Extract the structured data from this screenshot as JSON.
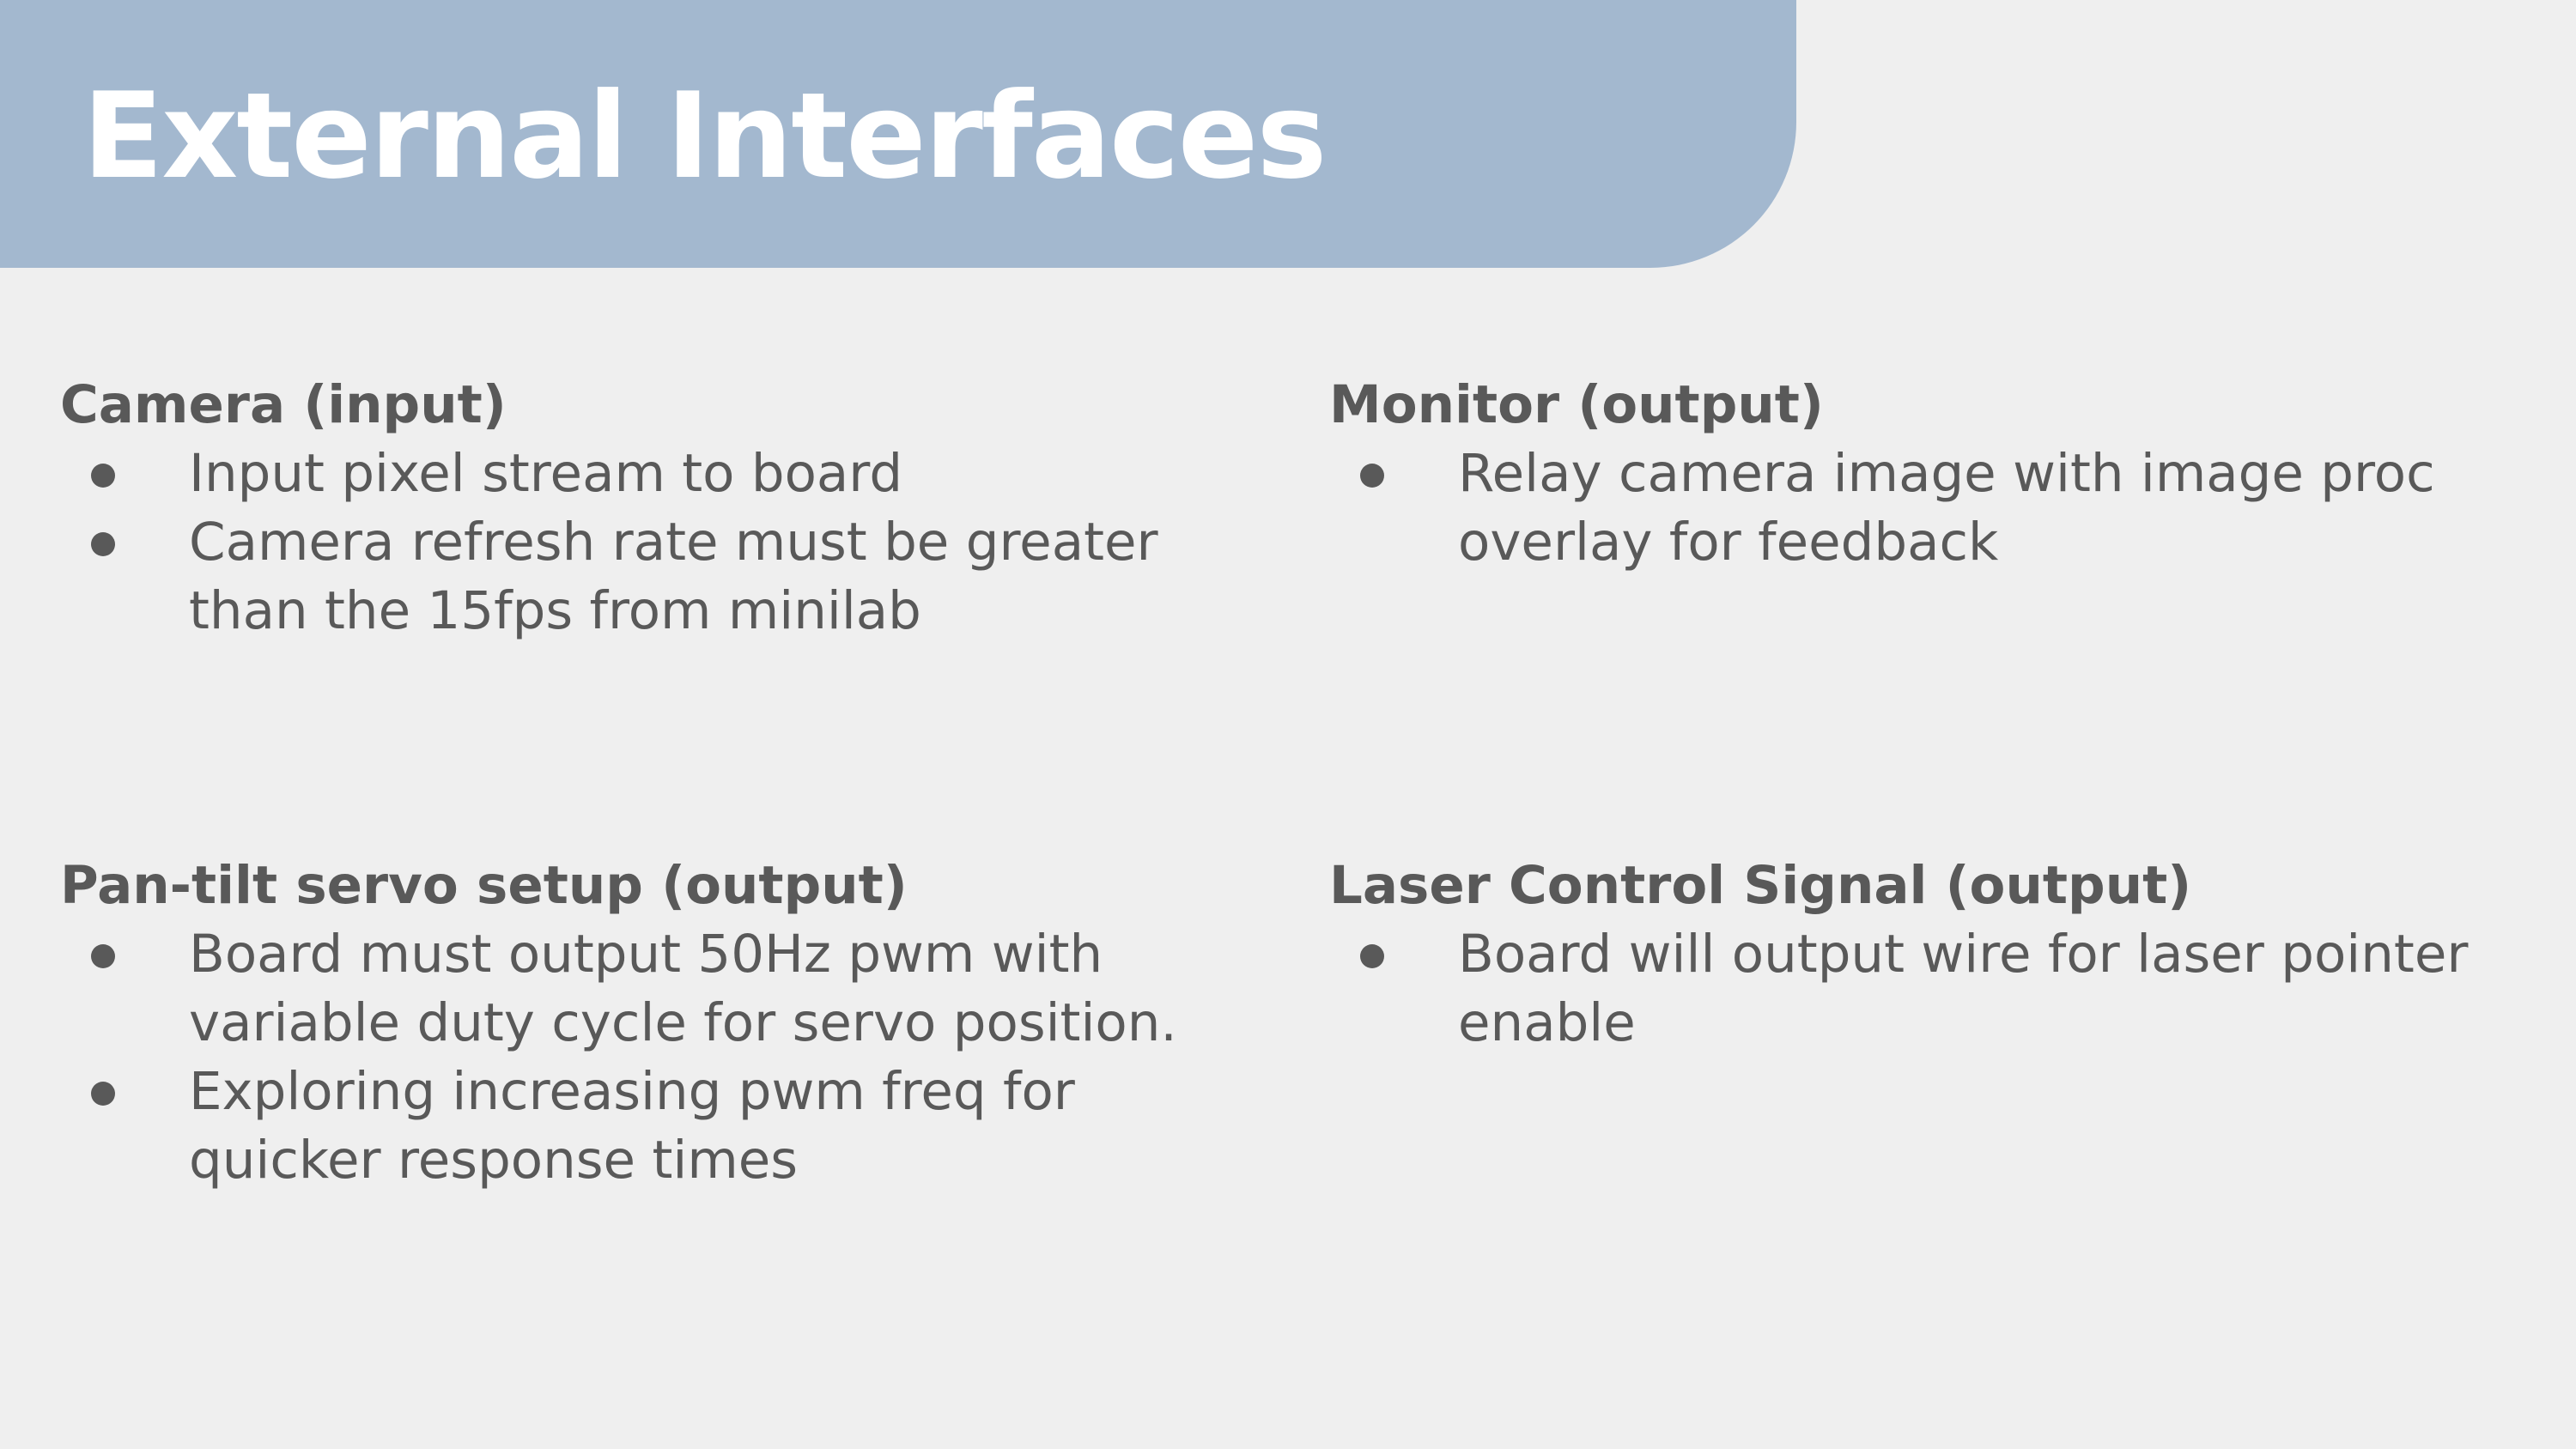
{
  "slide": {
    "title": "External Interfaces"
  },
  "sections": {
    "camera": {
      "heading": "Camera (input)",
      "bullets": [
        "Input pixel stream to board",
        "Camera refresh rate must be greater than the 15fps from minilab"
      ]
    },
    "monitor": {
      "heading": "Monitor (output)",
      "bullets": [
        "Relay camera image with image proc overlay for feedback"
      ]
    },
    "pantilt": {
      "heading": "Pan-tilt servo setup (output)",
      "bullets": [
        "Board must output 50Hz pwm with variable duty cycle for servo position.",
        "Exploring increasing pwm freq for quicker response times"
      ]
    },
    "laser": {
      "heading": "Laser Control Signal (output)",
      "bullets": [
        "Board will output wire for laser pointer enable"
      ]
    }
  },
  "colors": {
    "banner": "#a3b8cf",
    "background": "#efefef",
    "text": "#595959",
    "title_text": "#ffffff"
  }
}
